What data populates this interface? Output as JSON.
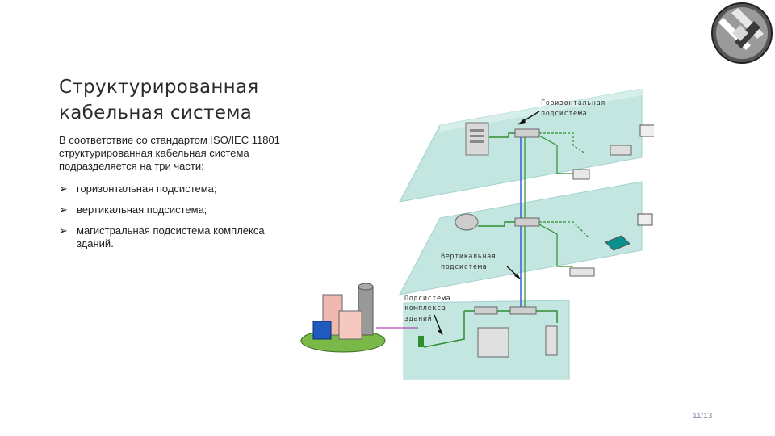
{
  "slide": {
    "title_line1": "Структурированная",
    "title_line2": "кабельная система",
    "intro": "В соответствие со стандартом ISO/IEC 11801 структурированная кабельная система подразделяется на три части:",
    "bullets": [
      "горизонтальная подсистема;",
      "вертикальная подсистема;",
      "магистральная подсистема комплекса зданий."
    ],
    "bullet_icon": "arrow-bullet-icon",
    "page_number": "11/13"
  },
  "diagram": {
    "labels": {
      "horizontal_l1": "Горизонтальная",
      "horizontal_l2": "подсистема",
      "vertical_l1": "Вертикальная",
      "vertical_l2": "подсистема",
      "campus_l1": "Подсистема",
      "campus_l2": "комплекса",
      "campus_l3": "зданий"
    },
    "colors": {
      "floor": "#bfe3df",
      "floor_edge": "#9ccfc9",
      "cable_green": "#2f8f2f",
      "riser_blue": "#3a5fd0",
      "campus_link": "#b04ab0"
    }
  }
}
